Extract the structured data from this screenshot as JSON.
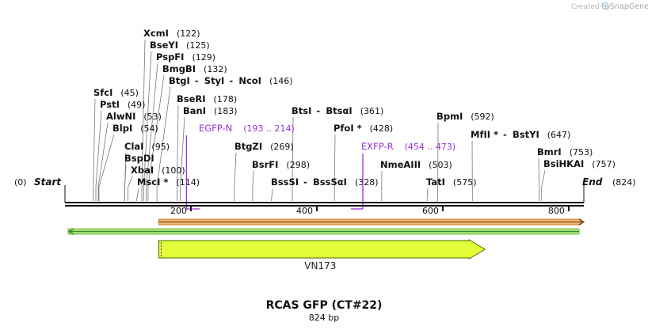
{
  "credit": {
    "prefix": "Created by",
    "brand": "SnapGene"
  },
  "map": {
    "title": "RCAS GFP (CT#22)",
    "length_label": "824 bp",
    "start_label": "Start",
    "end_label": "End",
    "start_pos": "(0)",
    "end_pos": "(824)",
    "length": 824
  },
  "ruler": [
    {
      "label": "200",
      "value": 200
    },
    {
      "label": "400",
      "value": 400
    },
    {
      "label": "600",
      "value": 600
    },
    {
      "label": "800",
      "value": 800
    }
  ],
  "enzymes": [
    {
      "name": "XcmI",
      "pos": "(122)",
      "site": 122
    },
    {
      "name": "BseYI",
      "pos": "(125)",
      "site": 125
    },
    {
      "name": "PspFI",
      "pos": "(129)",
      "site": 129
    },
    {
      "name": "BmgBI",
      "pos": "(132)",
      "site": 132
    },
    {
      "name": "BtgI",
      "extra": [
        "StyI",
        "NcoI"
      ],
      "pos": "(146)",
      "site": 146
    },
    {
      "name": "SfcI",
      "pos": "(45)",
      "site": 45
    },
    {
      "name": "PstI",
      "pos": "(49)",
      "site": 49
    },
    {
      "name": "AlwNI",
      "pos": "(53)",
      "site": 53
    },
    {
      "name": "BlpI",
      "pos": "(54)",
      "site": 54
    },
    {
      "name": "ClaI",
      "pos": "(95)",
      "site": 95
    },
    {
      "name": "BspDI",
      "pos": "",
      "site": 95
    },
    {
      "name": "XbaI",
      "pos": "(100)",
      "site": 100
    },
    {
      "name": "MscI *",
      "pos": "(114)",
      "site": 114
    },
    {
      "name": "BseRI",
      "pos": "(178)",
      "site": 178
    },
    {
      "name": "BanI",
      "pos": "(183)",
      "site": 183
    },
    {
      "name": "BtgZI",
      "pos": "(269)",
      "site": 269
    },
    {
      "name": "BsrFI",
      "pos": "(298)",
      "site": 298
    },
    {
      "name": "BssSI",
      "extra": [
        "BssSαI"
      ],
      "pos": "(328)",
      "site": 328
    },
    {
      "name": "BtsI",
      "extra": [
        "BtsαI"
      ],
      "pos": "(361)",
      "site": 361
    },
    {
      "name": "PfoI *",
      "pos": "(428)",
      "site": 428
    },
    {
      "name": "NmeAIII",
      "pos": "(503)",
      "site": 503
    },
    {
      "name": "TatI",
      "pos": "(575)",
      "site": 575
    },
    {
      "name": "BpmI",
      "pos": "(592)",
      "site": 592
    },
    {
      "name": "MfII *",
      "extra": [
        "BstYI"
      ],
      "pos": "(647)",
      "site": 647
    },
    {
      "name": "BmrI",
      "pos": "(753)",
      "site": 753
    },
    {
      "name": "BsiHKAI",
      "pos": "(757)",
      "site": 757
    }
  ],
  "primers": [
    {
      "name": "EGFP-N",
      "range": "(193 .. 214)",
      "start": 193,
      "end": 214,
      "color": "#9b30d9"
    },
    {
      "name": "EXFP-R",
      "range": "(454 .. 473)",
      "start": 454,
      "end": 473,
      "color": "#9b30d9"
    }
  ],
  "features": [
    {
      "name": "",
      "type": "orange-bar",
      "start": 149,
      "end": 824,
      "color": "#f5b56e",
      "stroke": "#c7782a"
    },
    {
      "name": "",
      "type": "green-bar",
      "start": 0,
      "end": 824,
      "direction": "reverse",
      "color": "#a8e07a",
      "stroke": "#3d8a2e"
    },
    {
      "name": "VN173",
      "type": "cds",
      "start": 149,
      "end": 667,
      "direction": "forward",
      "color": "#e2ff3a",
      "stroke": "#4a6a00"
    }
  ]
}
